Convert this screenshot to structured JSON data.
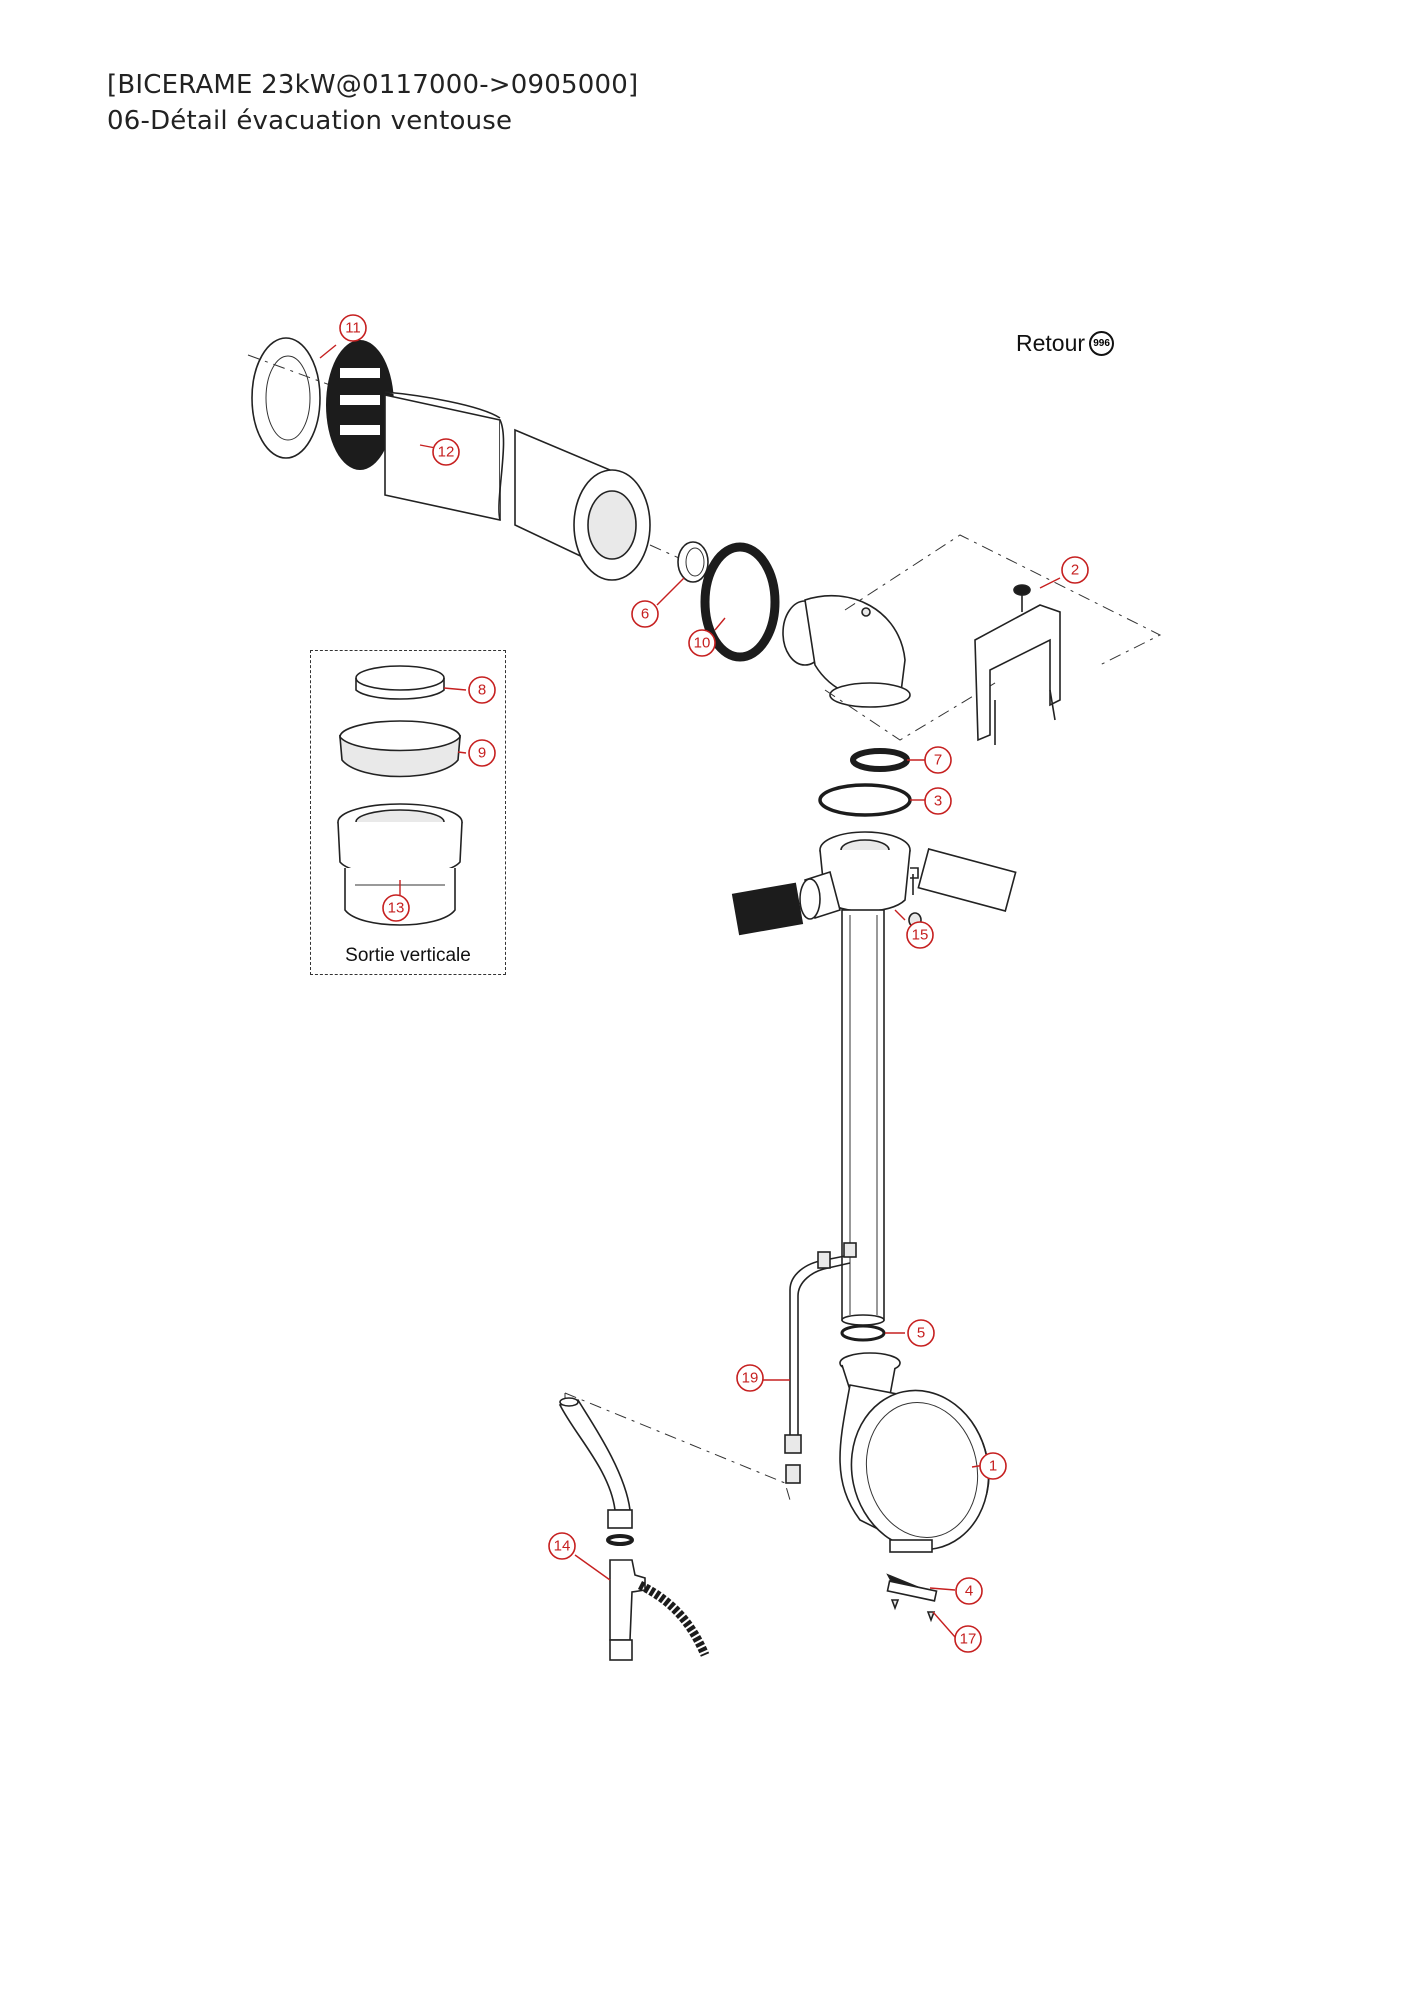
{
  "header": {
    "line1": "[BICERAME 23kW@0117000->0905000]",
    "line2": "06-Détail évacuation ventouse"
  },
  "nav": {
    "retour_label": "Retour",
    "retour_badge": "996"
  },
  "inset": {
    "label": "Sortie verticale"
  },
  "callouts": [
    "1",
    "2",
    "3",
    "4",
    "5",
    "6",
    "7",
    "8",
    "9",
    "10",
    "11",
    "12",
    "13",
    "14",
    "15",
    "17",
    "19"
  ],
  "colors": {
    "callout": "#c62020",
    "line": "#222222"
  }
}
